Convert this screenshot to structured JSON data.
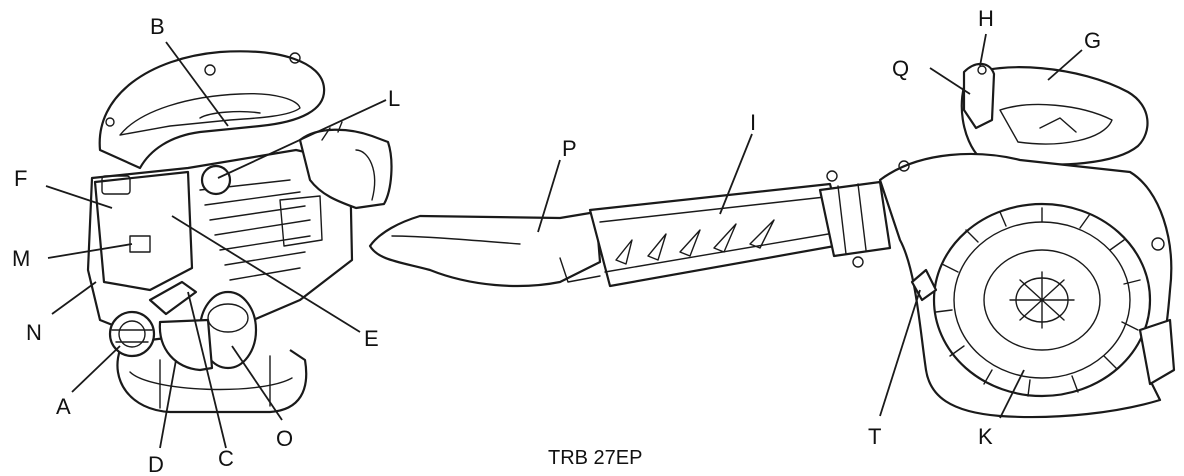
{
  "caption": "TRB 27EP",
  "labels": {
    "A": "A",
    "B": "B",
    "C": "C",
    "D": "D",
    "E": "E",
    "F": "F",
    "G": "G",
    "H": "H",
    "I": "I",
    "K": "K",
    "L": "L",
    "M": "M",
    "N": "N",
    "O": "O",
    "P": "P",
    "Q": "Q",
    "T": "T"
  }
}
